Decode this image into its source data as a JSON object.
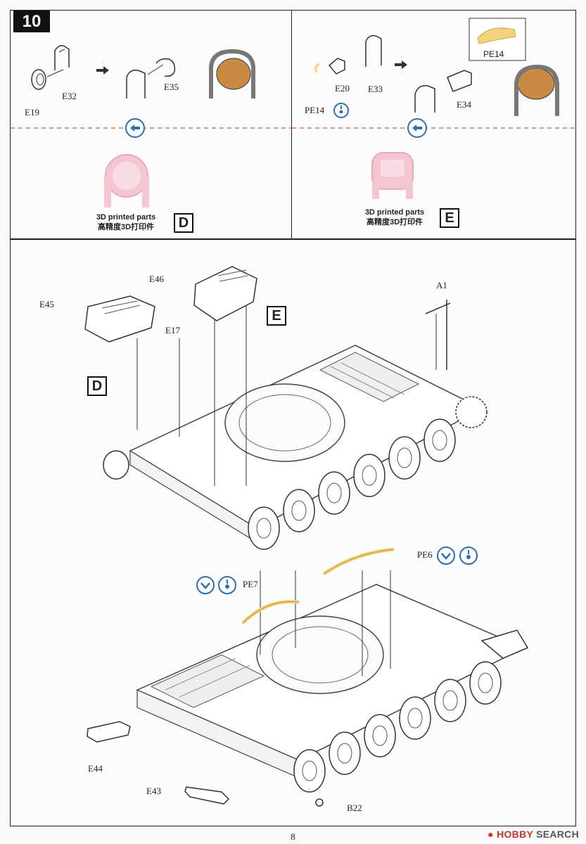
{
  "step": {
    "number": "10"
  },
  "left_panel": {
    "labels": {
      "e19": "E19",
      "e32": "E32",
      "e35": "E35"
    },
    "caption_en": "3D printed parts",
    "caption_cn": "高精度3D打印件",
    "box_letter": "D"
  },
  "right_panel": {
    "labels": {
      "pe14_top": "PE14",
      "pe14": "PE14",
      "e20": "E20",
      "e33": "E33",
      "e34": "E34"
    },
    "caption_en": "3D printed parts",
    "caption_cn": "高精度3D打印件",
    "box_letter": "E"
  },
  "main": {
    "labels": {
      "e46": "E46",
      "e45": "E45",
      "e17": "E17",
      "a1": "A1",
      "d": "D",
      "e": "E",
      "pe6": "PE6",
      "pe7": "PE7",
      "e44": "E44",
      "e43": "E43",
      "b22": "B22"
    }
  },
  "colors": {
    "pink": "#f4c6d2",
    "gold": "#f2d27a",
    "blue": "#2b6fb5",
    "red_dash": "#d9534f"
  },
  "page_number": "8",
  "watermark": {
    "brand": "HOBBY",
    "suffix": "SEARCH"
  }
}
